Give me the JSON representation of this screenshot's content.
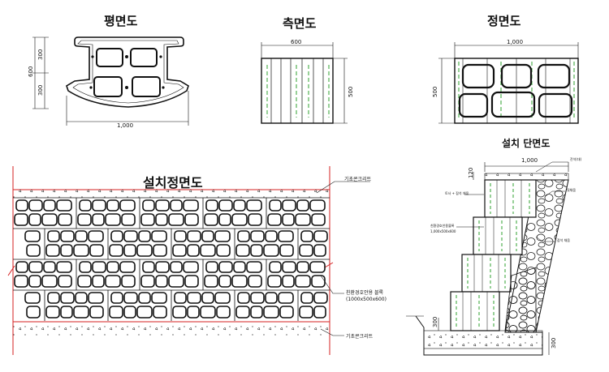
{
  "titles": {
    "plan": "평면도",
    "side": "측면도",
    "front": "정면도",
    "section": "설치 단면도",
    "install_front": "설치정면도"
  },
  "dims": {
    "plan_width": "1,000",
    "plan_height": "600",
    "plan_half_top": "300",
    "plan_half_bottom": "300",
    "side_width": "600",
    "side_height": "500",
    "front_width": "1,000",
    "front_height": "500",
    "section_top_width": "1,000",
    "section_top_left": "120",
    "section_bottom_left": "300",
    "section_bottom_right": "300"
  },
  "notes": {
    "top_concrete": "기초콘크리트",
    "block_name": "친환경호안용 블록",
    "block_size": "(1000x500x600)",
    "bottom_concrete": "기초콘크리트",
    "sec_top_right": "잔석(대)",
    "sec_fill_left": "토사 + 잡석 채움",
    "sec_block_name": "친환경호안용블록",
    "sec_block_size": "1,000x500x600",
    "sec_fill_right": "뒷채움",
    "sec_gravel": "잡석 채움"
  },
  "colors": {
    "line": "#111111",
    "accent_red": "#d42020",
    "accent_green": "#2fa02f"
  }
}
